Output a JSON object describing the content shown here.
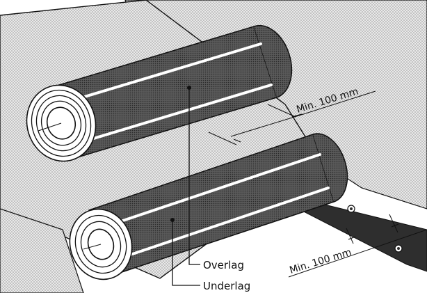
{
  "labels": {
    "overlag": "Overlag",
    "underlag": "Underlag",
    "dimension_top": "Min. 100 mm",
    "dimension_bottom": "Min. 100 mm"
  },
  "colors": {
    "background": "#ffffff",
    "sheet": "#cfcfcf",
    "roll_body": "#4a4a4a",
    "roll_stripe": "#ffffff",
    "line": "#111111",
    "strip": "#2e2e2e"
  }
}
